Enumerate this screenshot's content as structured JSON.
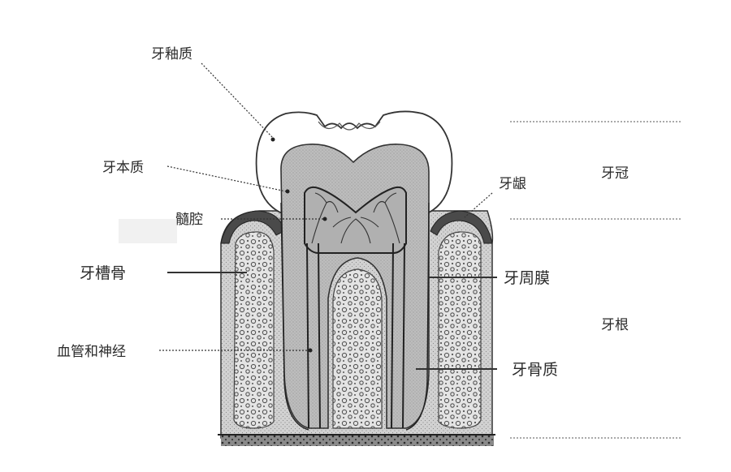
{
  "labels": {
    "enamel": "牙釉质",
    "dentin": "牙本质",
    "pulp": "髓腔",
    "gum": "牙龈",
    "crown": "牙冠",
    "alveolar_bone": "牙槽骨",
    "periodontal_ligament": "牙周膜",
    "root": "牙根",
    "vessels_nerves": "血管和神经",
    "cementum": "牙骨质"
  },
  "colors": {
    "line": "#333333",
    "enamel": "#ffffff",
    "dentin": "#b9b9b9",
    "pulp": "#9a9a9a",
    "gum": "#4a4a4a",
    "bone": "#e6e6e6",
    "tissue": "#cfcfcf"
  }
}
